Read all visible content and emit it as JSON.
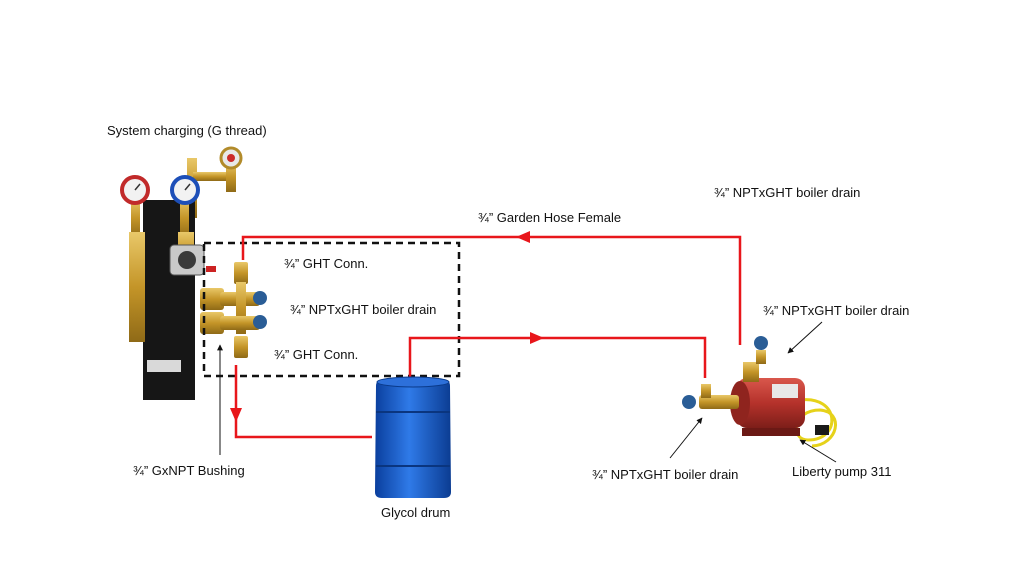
{
  "labels": {
    "system_charging": "System charging (G thread)",
    "ght_conn_top": "¾” GHT Conn.",
    "boiler_drain_station": "¾” NPTxGHT boiler drain",
    "ght_conn_bottom": "¾” GHT Conn.",
    "bushing": "¾” GxNPT Bushing",
    "glycol_drum": "Glycol drum",
    "garden_hose_female": "¾” Garden Hose Female",
    "boiler_drain_top": "¾” NPTxGHT boiler drain",
    "boiler_drain_pump_outlet": "¾” NPTxGHT boiler drain",
    "boiler_drain_pump_inlet": "¾” NPTxGHT boiler drain",
    "liberty_pump": "Liberty pump 311"
  },
  "colors": {
    "flow_line": "#e8161b",
    "dashed_box": "#111111",
    "drum_blue": "#1558c8",
    "brass": "#c9a13a",
    "valve_blue": "#2a5d96",
    "pump_red": "#b5322b",
    "cord_yellow": "#e6d21a",
    "station_panel": "#161616"
  }
}
